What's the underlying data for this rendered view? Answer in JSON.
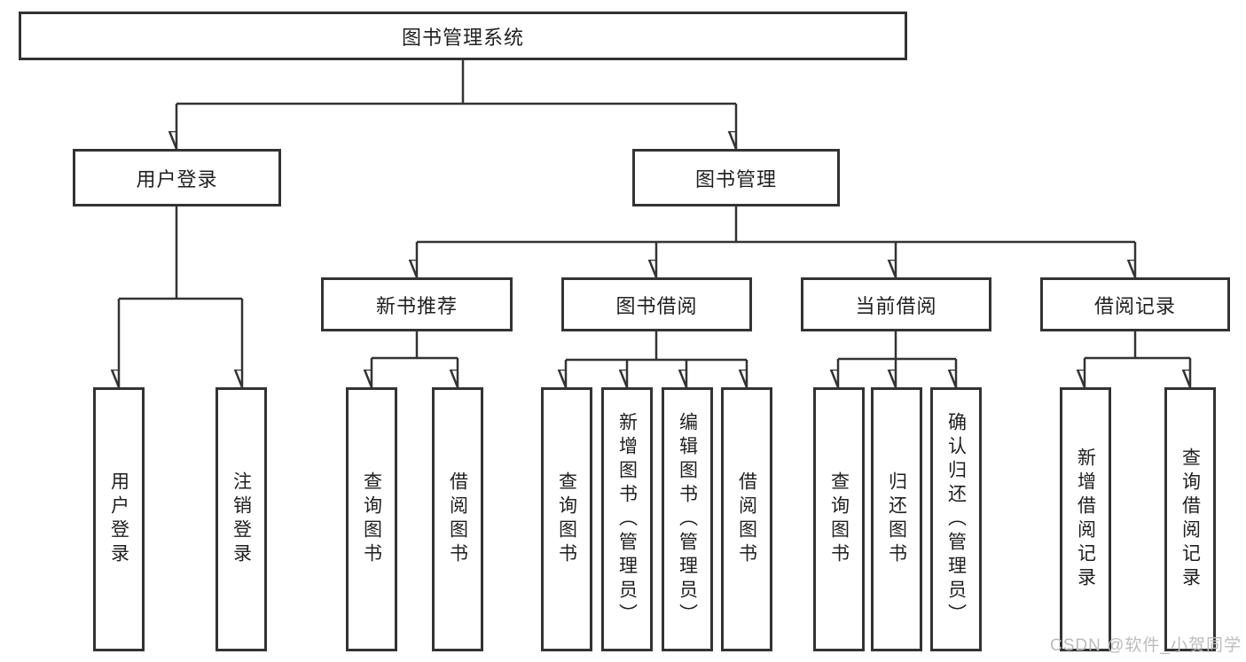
{
  "diagram": {
    "title": "图书管理系统",
    "tree": {
      "label": "图书管理系统",
      "children": [
        {
          "label": "用户登录",
          "children": [
            {
              "label": "用户登录"
            },
            {
              "label": "注销登录"
            }
          ]
        },
        {
          "label": "图书管理",
          "children": [
            {
              "label": "新书推荐",
              "children": [
                {
                  "label": "查询图书"
                },
                {
                  "label": "借阅图书"
                }
              ]
            },
            {
              "label": "图书借阅",
              "children": [
                {
                  "label": "查询图书"
                },
                {
                  "label": "新增图书（管理员）"
                },
                {
                  "label": "编辑图书（管理员）"
                },
                {
                  "label": "借阅图书"
                }
              ]
            },
            {
              "label": "当前借阅",
              "children": [
                {
                  "label": "查询图书"
                },
                {
                  "label": "归还图书"
                },
                {
                  "label": "确认归还（管理员）"
                }
              ]
            },
            {
              "label": "借阅记录",
              "children": [
                {
                  "label": "新增借阅记录"
                },
                {
                  "label": "查询借阅记录"
                }
              ]
            }
          ]
        }
      ]
    },
    "colors": {
      "line": "#333333",
      "border": "#333333",
      "text": "#1f1f1f",
      "background": "#ffffff",
      "watermark_text_color": "#bcbcbc"
    }
  },
  "watermark": {
    "text": "CSDN @软件_小贺同学"
  }
}
